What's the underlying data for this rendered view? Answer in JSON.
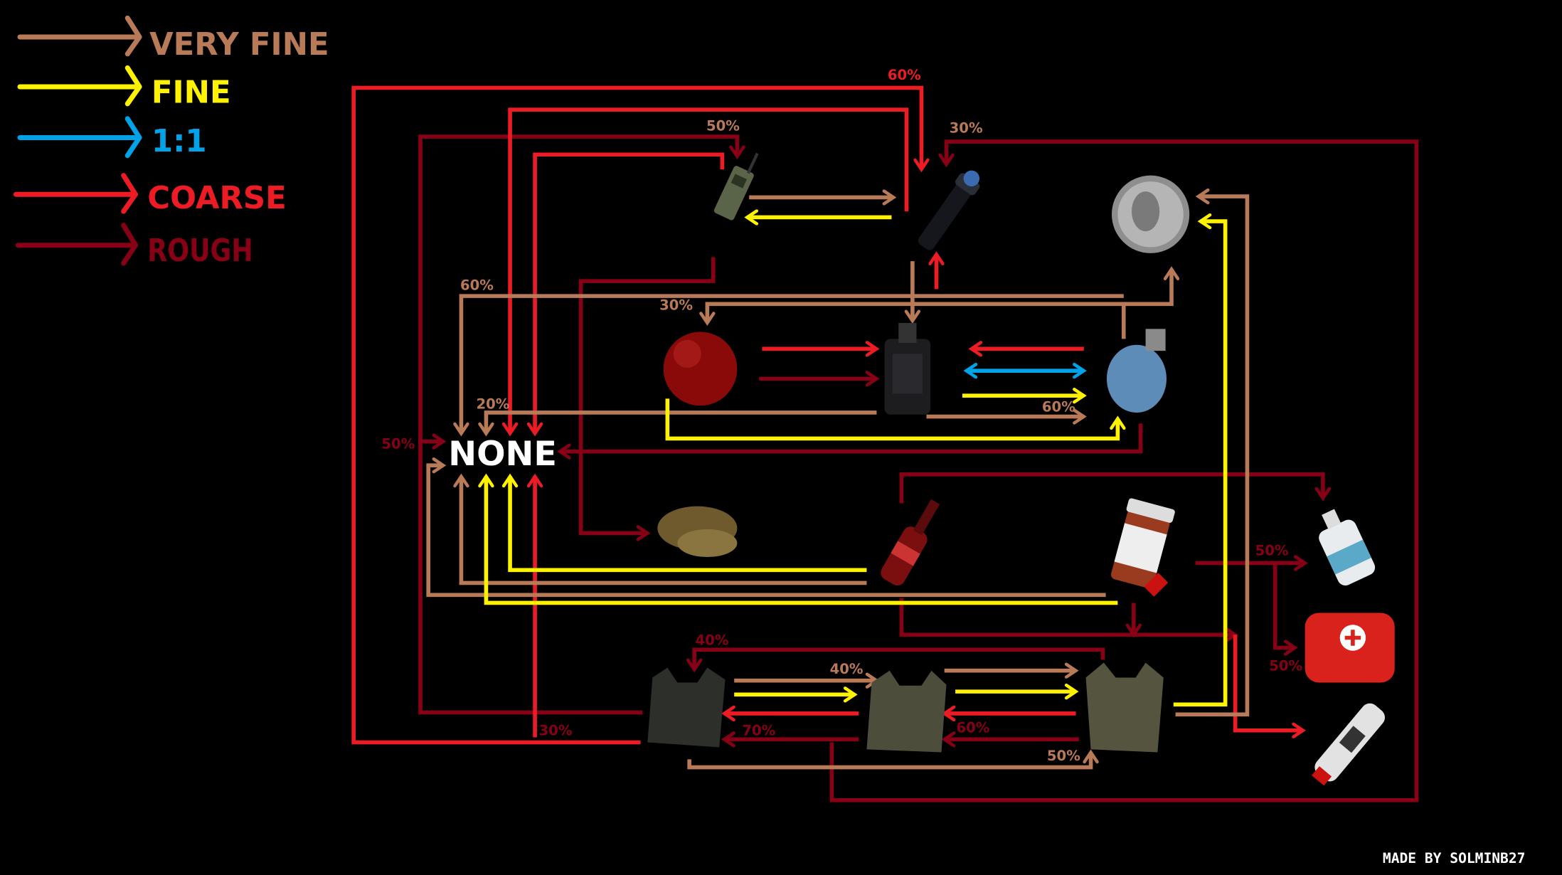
{
  "legend": [
    {
      "label": "VERY FINE",
      "color": "#b97a57"
    },
    {
      "label": "FINE",
      "color": "#fff200"
    },
    {
      "label": "1:1",
      "color": "#00a2e8"
    },
    {
      "label": "COARSE",
      "color": "#ed1c24"
    },
    {
      "label": "ROUGH",
      "color": "#880015"
    }
  ],
  "none_label": "NONE",
  "credit": "MADE BY SOLMINB27",
  "percentages": {
    "p_top_60": "60%",
    "p_radio_50": "50%",
    "p_flash_30": "30%",
    "p_none_60": "60%",
    "p_ball_30": "30%",
    "p_none_20": "20%",
    "p_none_50": "50%",
    "p_grenade_60": "60%",
    "p_lotion_50": "50%",
    "p_firstaid_50": "50%",
    "p_vest_40a": "40%",
    "p_vest_40b": "40%",
    "p_vest1_30": "30%",
    "p_vest_70": "70%",
    "p_vest_60": "60%",
    "p_vest_50": "50%"
  },
  "items": [
    "radio-icon",
    "flashlight-icon",
    "quarter-coin-icon",
    "red-ball-icon",
    "flashbang-icon",
    "blue-grenade-icon",
    "cap-icon",
    "cola-bottle-icon",
    "pill-bottle-icon",
    "lotion-bottle-icon",
    "first-aid-kit-icon",
    "injector-icon",
    "vest-1-icon",
    "vest-2-icon",
    "vest-3-icon"
  ]
}
